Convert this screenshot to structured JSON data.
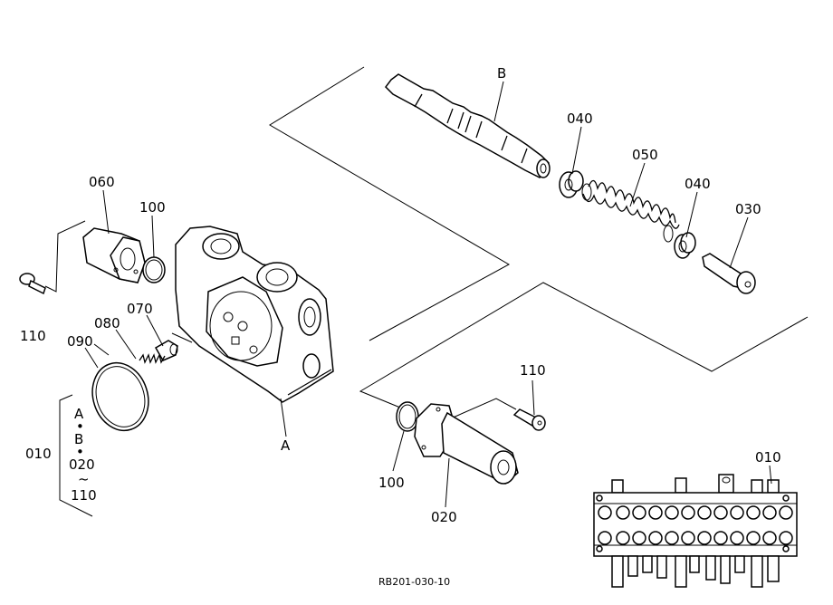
{
  "labels": {
    "B": "B",
    "A": "A",
    "p040a": "040",
    "p050": "050",
    "p040b": "040",
    "p030": "030",
    "p060": "060",
    "p100a": "100",
    "p110a": "110",
    "p070": "070",
    "p080": "080",
    "p090": "090",
    "p110b": "110",
    "p100b": "100",
    "p020": "020",
    "p010a": "010",
    "p010b": "010"
  },
  "bracket": {
    "a": "A",
    "dot1": "•",
    "b": "B",
    "dot2": "•",
    "from": "020",
    "tilde": "~",
    "to": "110"
  },
  "drawing_ref": "RB201-030-10"
}
